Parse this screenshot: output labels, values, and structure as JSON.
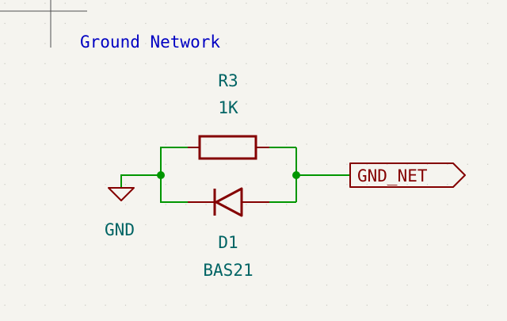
{
  "title": "Ground Network",
  "resistor": {
    "ref": "R3",
    "value": "1K"
  },
  "diode": {
    "ref": "D1",
    "value": "BAS21"
  },
  "ground_symbol": {
    "label": "GND"
  },
  "net_label": {
    "text": "GND_NET"
  },
  "colors": {
    "background": "#f5f4ef",
    "grid_dot": "#c8c8c0",
    "wire": "#009600",
    "junction": "#009600",
    "component_body": "#840000",
    "title_text": "#0000c2",
    "reference_text": "#006464",
    "ground_symbol": "#840000",
    "net_label": "#840000",
    "crosshair": "#505050"
  }
}
